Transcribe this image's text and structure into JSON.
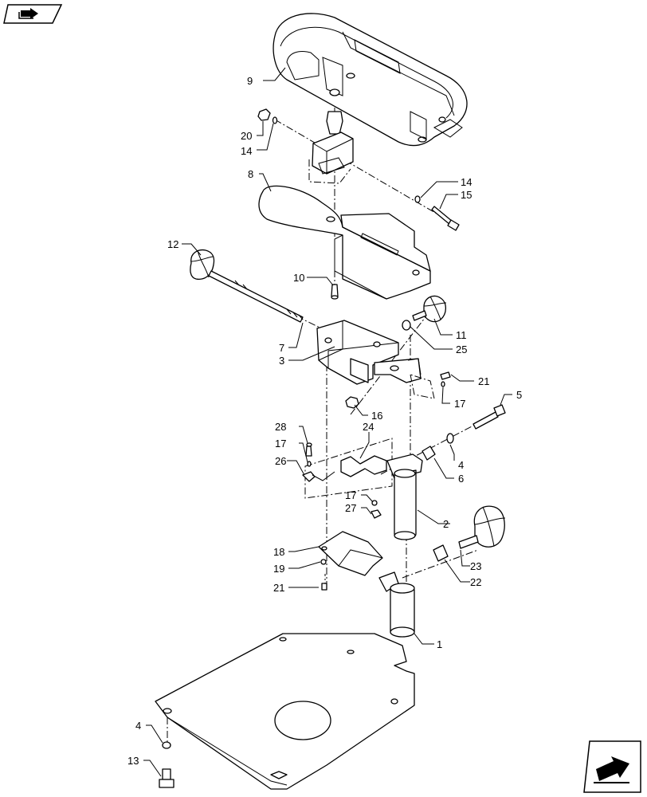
{
  "nav": {
    "top_icon": "book-arrow-icon",
    "bottom_icon": "next-page-arrow-icon"
  },
  "callouts": [
    "9",
    "20",
    "14",
    "14",
    "15",
    "8",
    "12",
    "10",
    "11",
    "25",
    "7",
    "3",
    "21",
    "17",
    "16",
    "5",
    "28",
    "24",
    "17",
    "26",
    "4",
    "6",
    "17",
    "27",
    "2",
    "18",
    "19",
    "21",
    "23",
    "22",
    "1",
    "4",
    "13"
  ]
}
